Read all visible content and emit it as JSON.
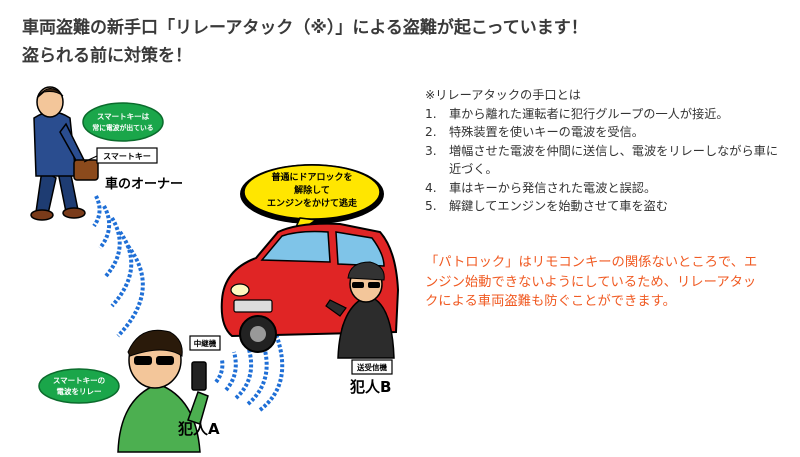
{
  "headline": {
    "line1": "車両盗難の新手口「リレーアタック（※）」による盗難が起こっています！",
    "line2": "盗られる前に対策を！"
  },
  "illustration": {
    "owner_bubble_line1": "スマートキーは",
    "owner_bubble_line2": "常に電波が出ている",
    "smart_key_label": "スマートキー",
    "owner_label": "車のオーナー",
    "car_bubble_line1": "普通にドアロックを",
    "car_bubble_line2": "解除して",
    "car_bubble_line3": "エンジンをかけて逃走",
    "relay_device_label": "中継機",
    "culprit_a_bubble_line1": "スマートキーの",
    "culprit_a_bubble_line2": "電波をリレー",
    "culprit_a_label": "犯人A",
    "transceiver_label": "送受信機",
    "culprit_b_label": "犯人B"
  },
  "notes": {
    "title": "※リレーアタックの手口とは",
    "items": [
      {
        "num": "1.",
        "text": "車から離れた運転者に犯行グループの一人が接近。"
      },
      {
        "num": "2.",
        "text": "特殊装置を使いキーの電波を受信。"
      },
      {
        "num": "3.",
        "text": "増幅させた電波を仲間に送信し、電波をリレーしながら車に近づく。"
      },
      {
        "num": "4.",
        "text": "車はキーから発信された電波と誤認。"
      },
      {
        "num": "5.",
        "text": "解鍵してエンジンを始動させて車を盗む"
      }
    ]
  },
  "callout": {
    "text": "「パトロック」はリモコンキーの関係ないところで、エンジン始動できないようにしているため、リレーアタックによる車両盗難も防ぐことができます。"
  },
  "colors": {
    "car_red": "#e02525",
    "bubble_green": "#1aa64a",
    "bubble_yellow": "#ffe600",
    "wave_blue": "#1f6fd6",
    "callout_orange": "#f05a22"
  }
}
